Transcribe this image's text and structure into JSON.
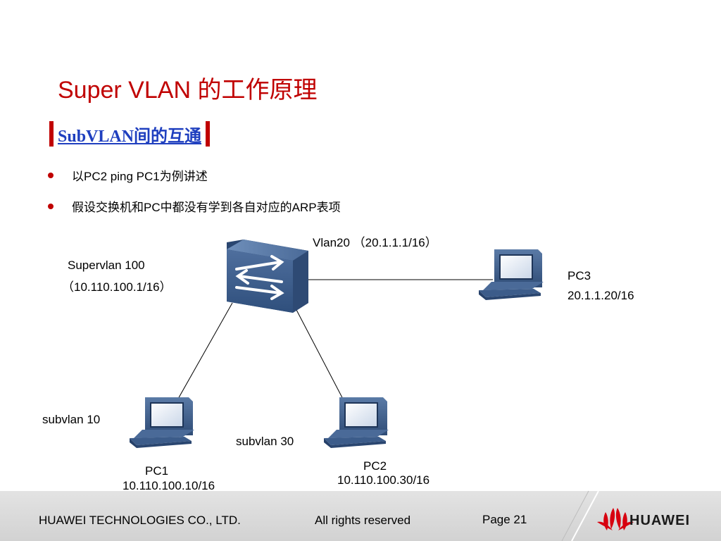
{
  "slide": {
    "title": "Super VLAN 的工作原理",
    "subtitle": "SubVLAN间的互通",
    "bullets": [
      "以PC2 ping PC1为例讲述",
      "假设交换机和PC中都没有学到各自对应的ARP表项"
    ]
  },
  "diagram": {
    "switch": {
      "label_line1": "Supervlan  100",
      "label_line2": "（10.110.100.1/16）"
    },
    "vlan20_label": "Vlan20 （20.1.1.1/16）",
    "pc3": {
      "name": "PC3",
      "ip": "20.1.1.20/16"
    },
    "pc1": {
      "name": "PC1",
      "ip": "10.110.100.10/16",
      "subvlan": "subvlan 10"
    },
    "pc2": {
      "name": "PC2",
      "ip": "10.110.100.30/16",
      "subvlan": "subvlan 30"
    }
  },
  "footer": {
    "company": "HUAWEI TECHNOLOGIES CO., LTD.",
    "rights": "All rights reserved",
    "page": "Page 21",
    "brand": "HUAWEI"
  },
  "colors": {
    "accent": "#c00000",
    "subtitle": "#1f3fbf",
    "device": "#3a5a86"
  }
}
